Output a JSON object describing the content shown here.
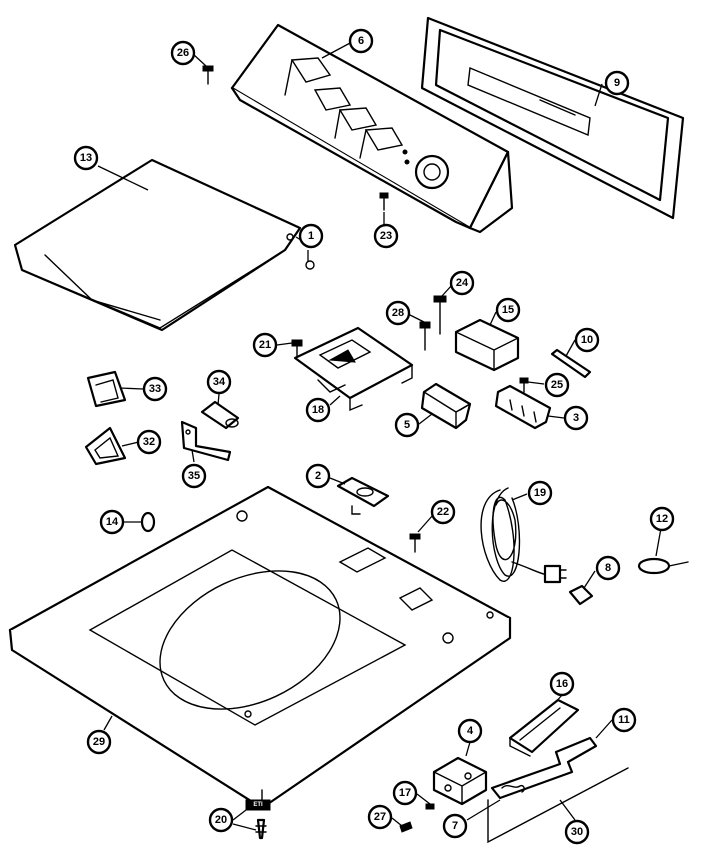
{
  "callouts": [
    "26",
    "6",
    "9",
    "13",
    "1",
    "23",
    "24",
    "28",
    "15",
    "21",
    "10",
    "25",
    "33",
    "34",
    "18",
    "5",
    "3",
    "32",
    "35",
    "2",
    "19",
    "22",
    "12",
    "14",
    "8",
    "29",
    "16",
    "4",
    "11",
    "17",
    "20",
    "27",
    "7",
    "30"
  ],
  "small_tag": "ETI",
  "colors": {
    "line": "#000000",
    "background": "#ffffff"
  }
}
